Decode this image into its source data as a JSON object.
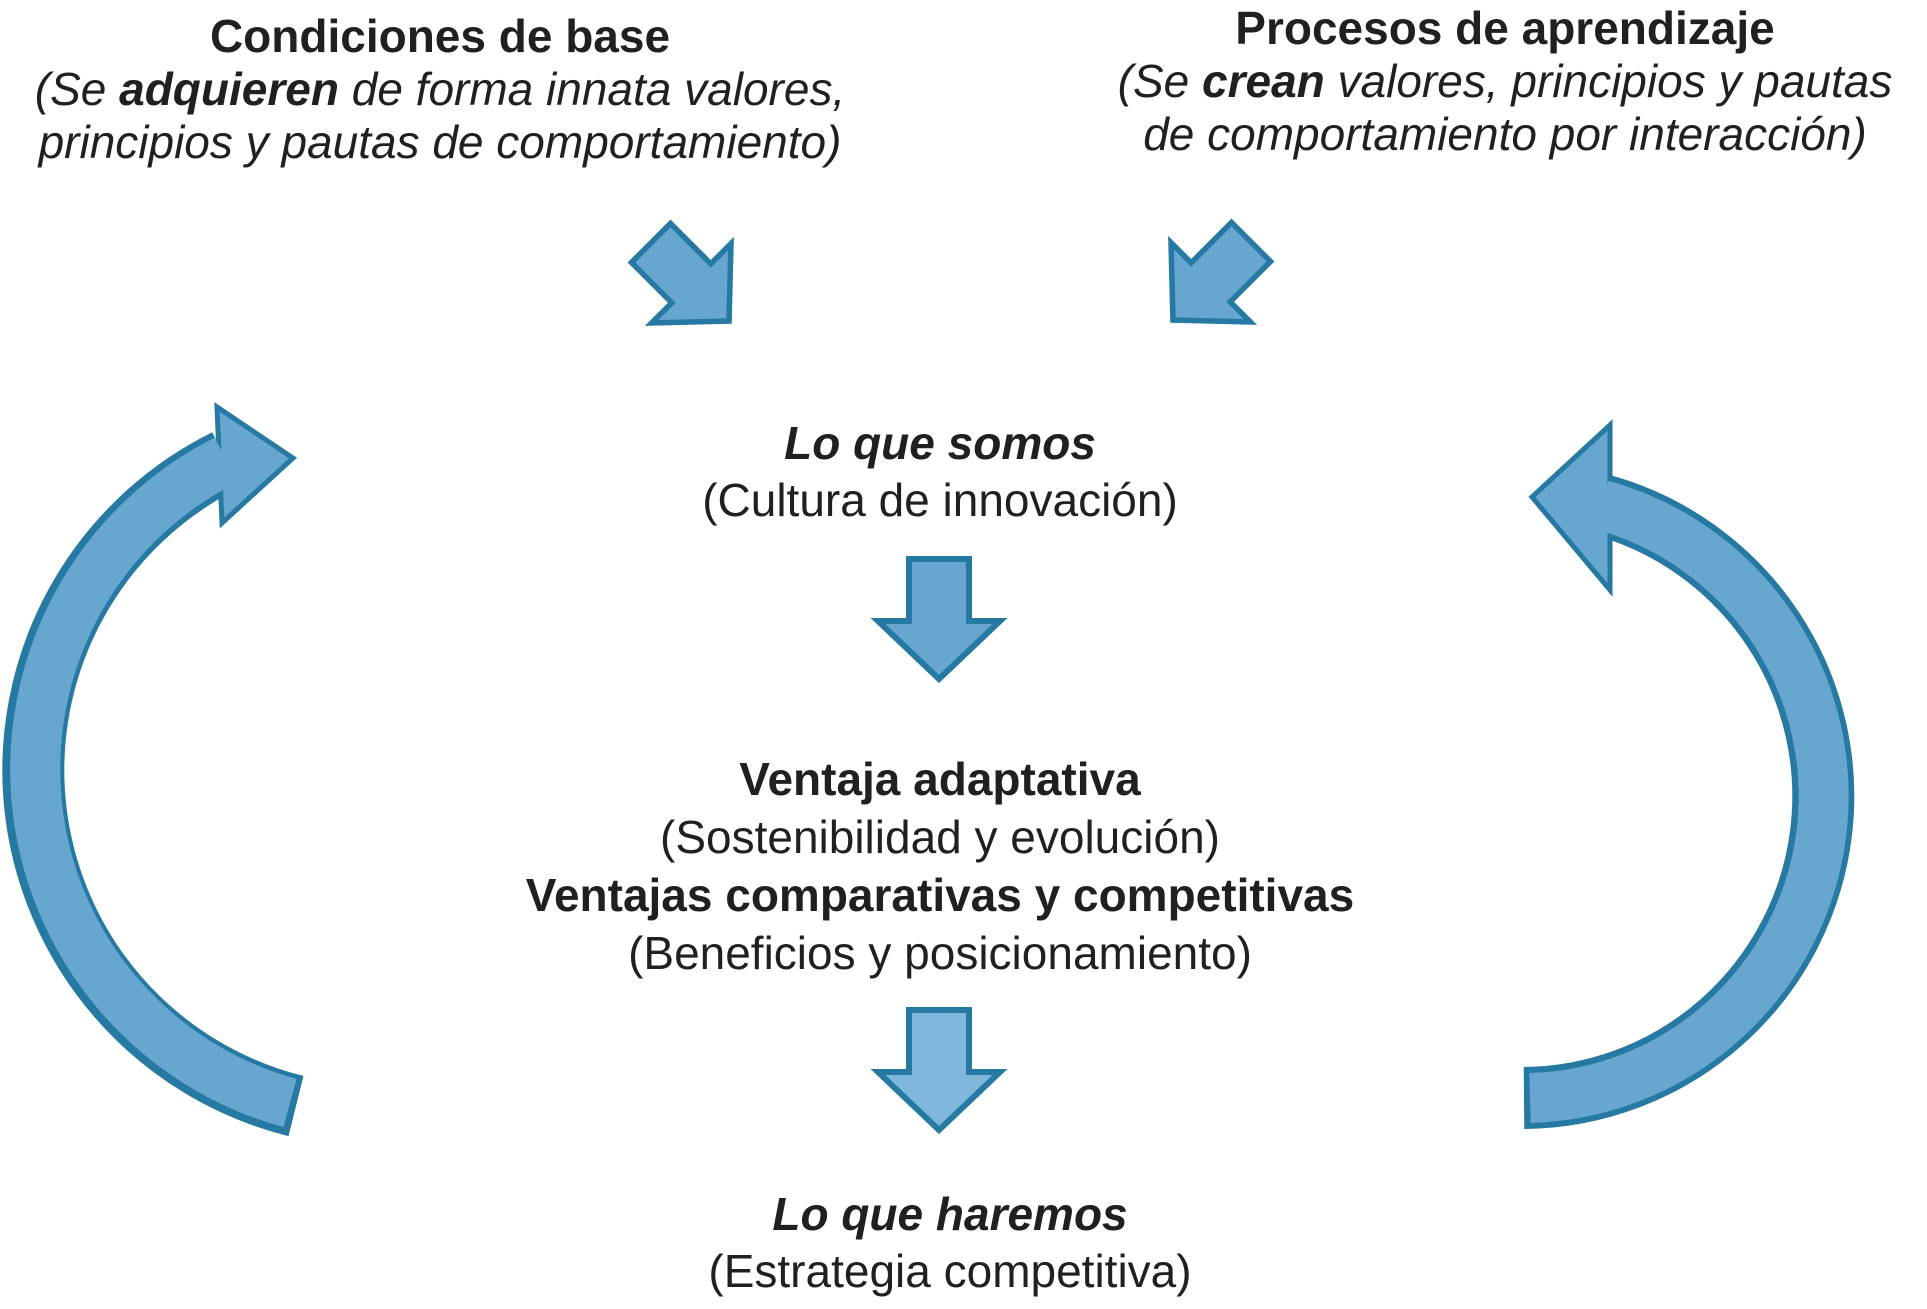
{
  "colors": {
    "arrow_fill_main": "#66a6cf",
    "arrow_fill_light": "#7fb8dc",
    "arrow_stroke": "#2579a3",
    "text_color": "#221f1f"
  },
  "blocks": {
    "top_left": {
      "title": "Condiciones de base",
      "line1_pre": "(Se ",
      "line1_bold": "adquieren",
      "line1_post": " de forma innata valores,",
      "line2": "principios y pautas de comportamiento)"
    },
    "top_right": {
      "title": "Procesos de aprendizaje",
      "line1_pre": "(Se ",
      "line1_bold": "crean",
      "line1_post": " valores, principios y pautas",
      "line2": "de comportamiento por interacción)"
    },
    "somos": {
      "title": "Lo que somos",
      "subtitle": "(Cultura de innovación)"
    },
    "ventaja": {
      "line1": "Ventaja adaptativa",
      "line2": "(Sostenibilidad y evolución)",
      "line3": "Ventajas comparativas y competitivas",
      "line4": "(Beneficios y posicionamiento)"
    },
    "haremos": {
      "title": "Lo que haremos",
      "subtitle": "(Estrategia competitiva)"
    }
  }
}
